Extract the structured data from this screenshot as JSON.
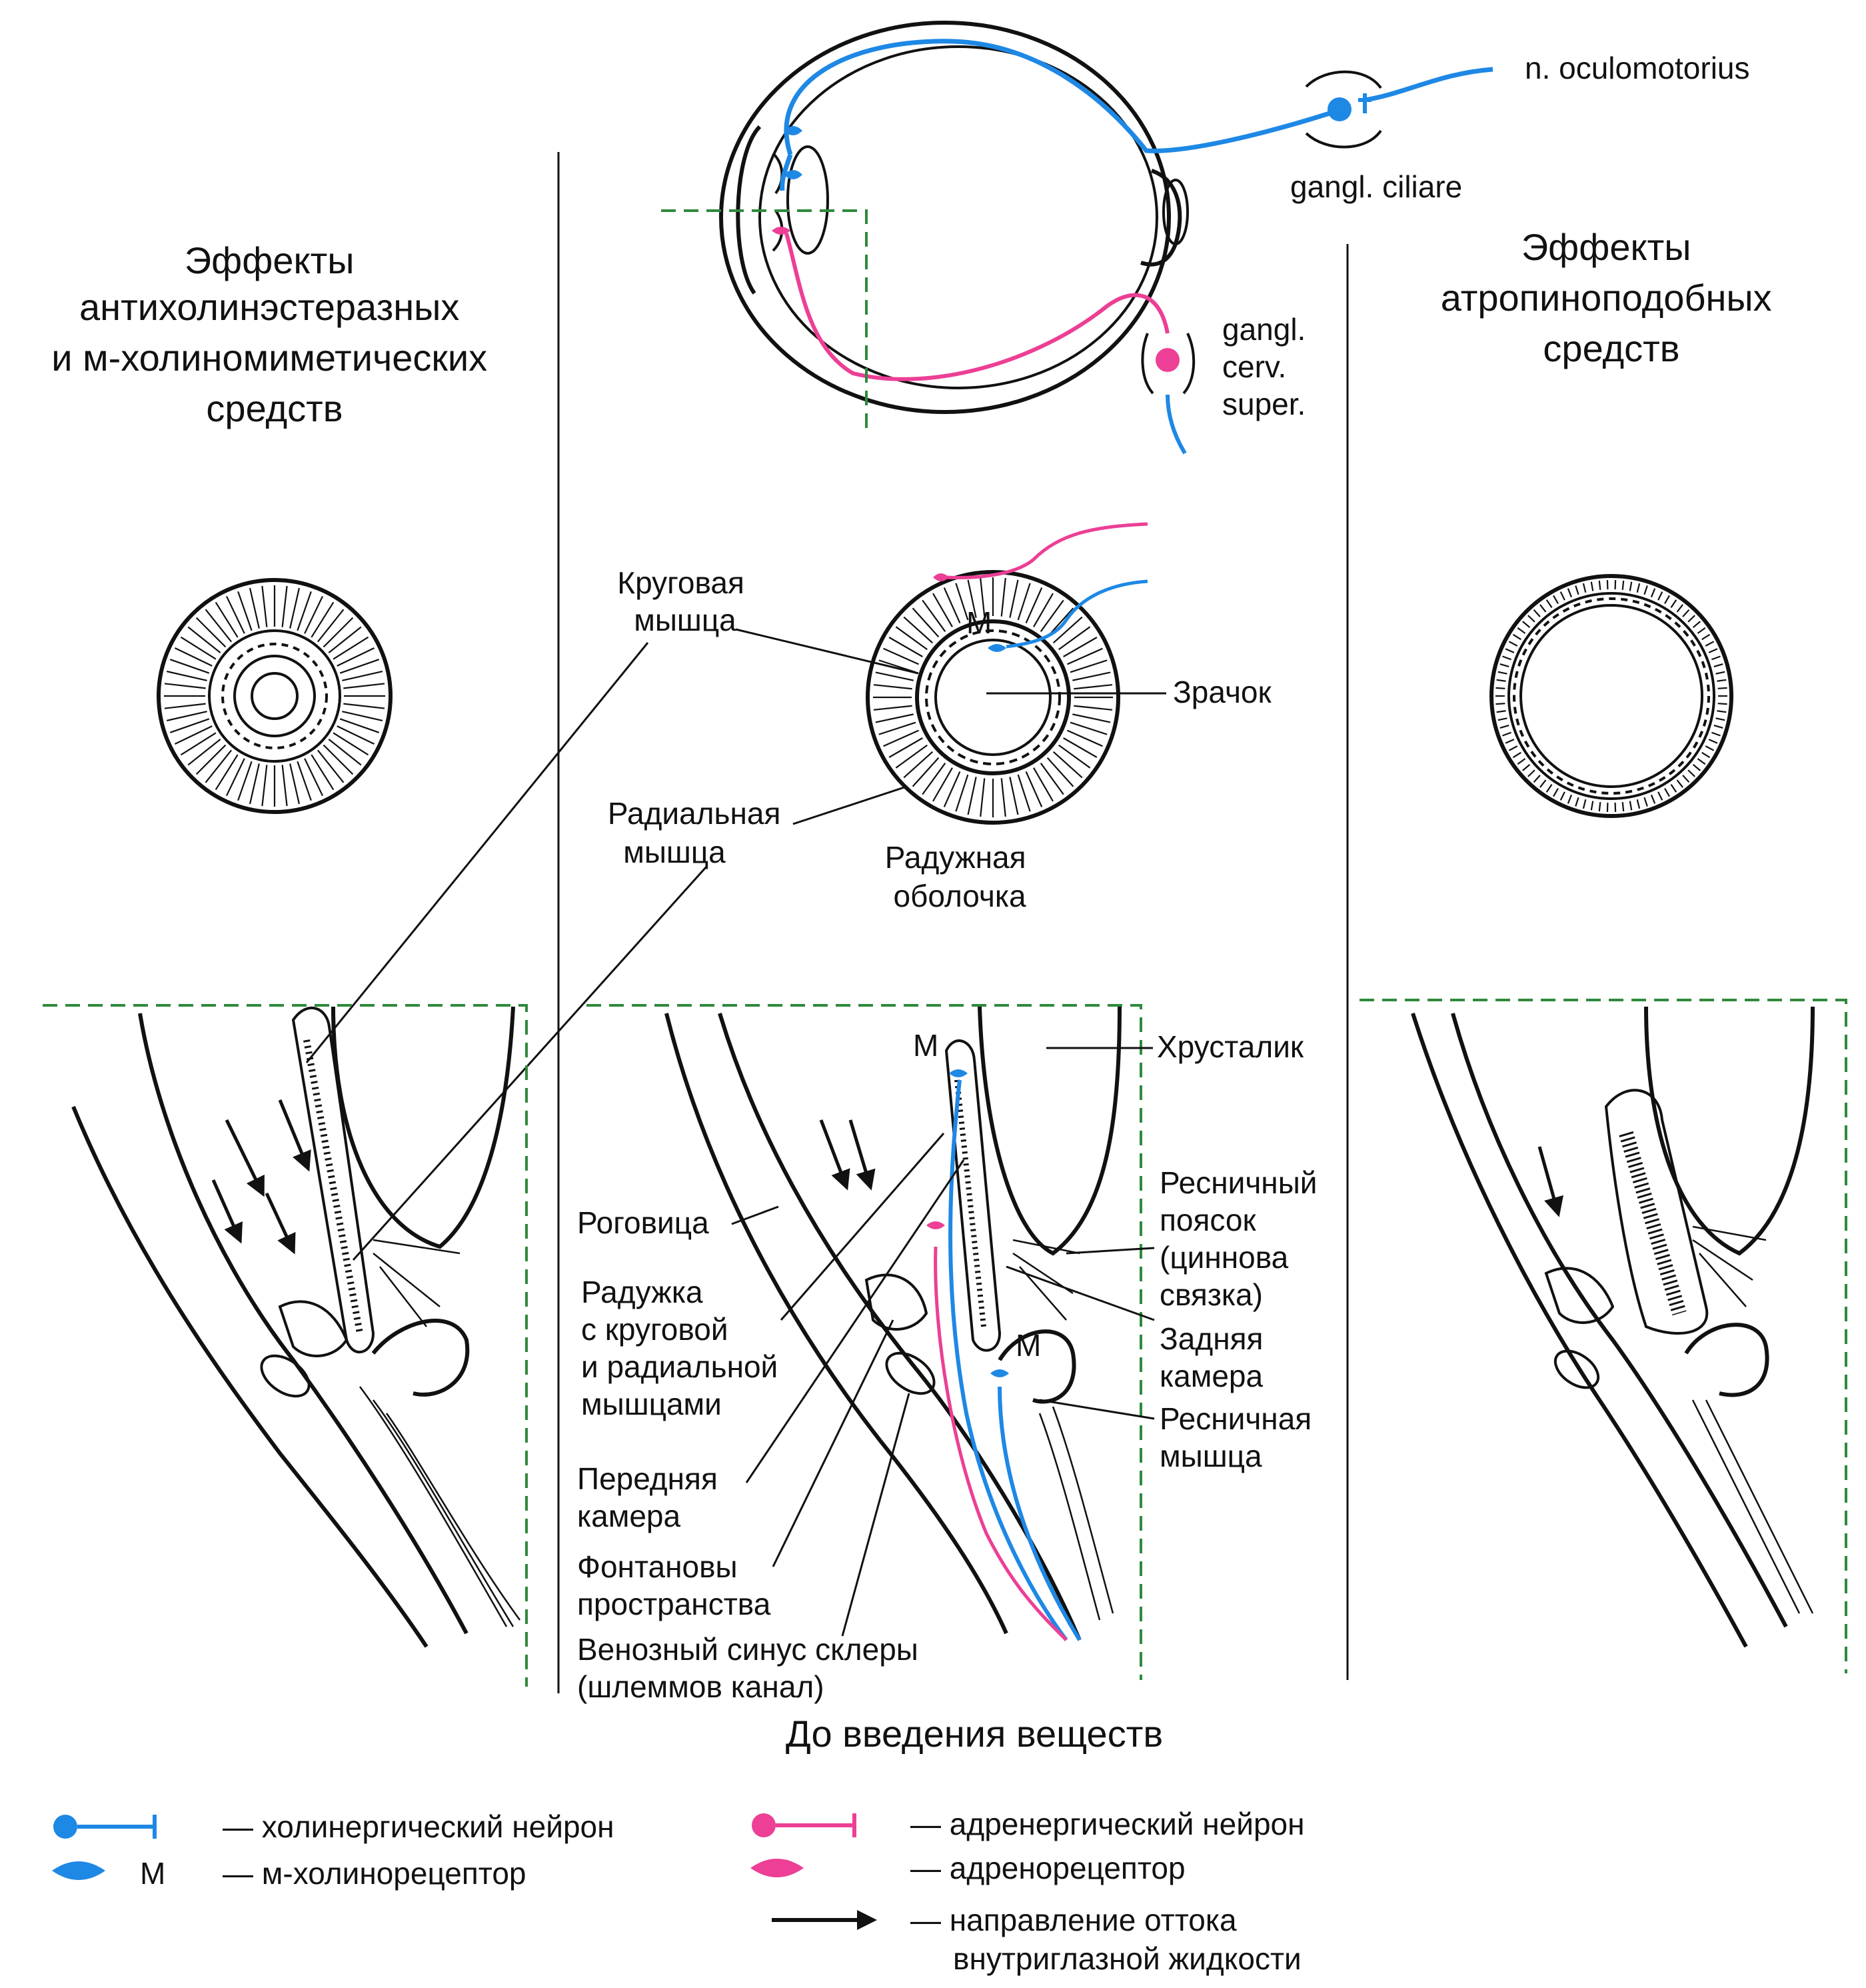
{
  "colors": {
    "cholinergic": "#1e88e5",
    "adrenergic": "#ec3f95",
    "frame": "#2f8a3c",
    "ink": "#111111"
  },
  "titles": {
    "left": [
      "Эффекты",
      "антихолинэстеразных",
      "и м-холиномиметических",
      "средств"
    ],
    "right": [
      "Эффекты",
      "атропиноподобных",
      "средств"
    ],
    "bottom": "До введения веществ"
  },
  "eye_labels": {
    "oculomotor": "n. oculomotorius",
    "ciliary_ganglion": "gangl. ciliare",
    "cervical_ganglion": [
      "gangl.",
      "cerv.",
      "super."
    ]
  },
  "iris_labels": {
    "circular_muscle": [
      "Круговая",
      "мышца"
    ],
    "radial_muscle": [
      "Радиальная",
      "мышца"
    ],
    "iris": [
      "Радужная",
      "оболочка"
    ],
    "pupil": "Зрачок",
    "m": "М"
  },
  "section_labels": {
    "lens": "Хрусталик",
    "cornea": "Роговица",
    "iris_muscles": [
      "Радужка",
      "с круговой",
      "и радиальной",
      "мышцами"
    ],
    "anterior_chamber": [
      "Передняя",
      "камера"
    ],
    "fontana": [
      "Фонтановы",
      "пространства"
    ],
    "schlemm": [
      "Венозный синус склеры",
      "(шлеммов канал)"
    ],
    "zonule": [
      "Ресничный",
      "поясок",
      "(циннова",
      "связка)"
    ],
    "posterior_chamber": [
      "Задняя",
      "камера"
    ],
    "ciliary_muscle": [
      "Ресничная",
      "мышца"
    ],
    "m_upper": "М",
    "m_lower": "М"
  },
  "legend": {
    "cholinergic_neuron": "— холинергический нейрон",
    "m_receptor_letter": "М",
    "m_receptor": "— м-холинорецептор",
    "adrenergic_neuron": "— адренергический нейрон",
    "adrenoreceptor": "— адренорецептор",
    "outflow": [
      "— направление оттока",
      "внутриглазной жидкости"
    ]
  }
}
